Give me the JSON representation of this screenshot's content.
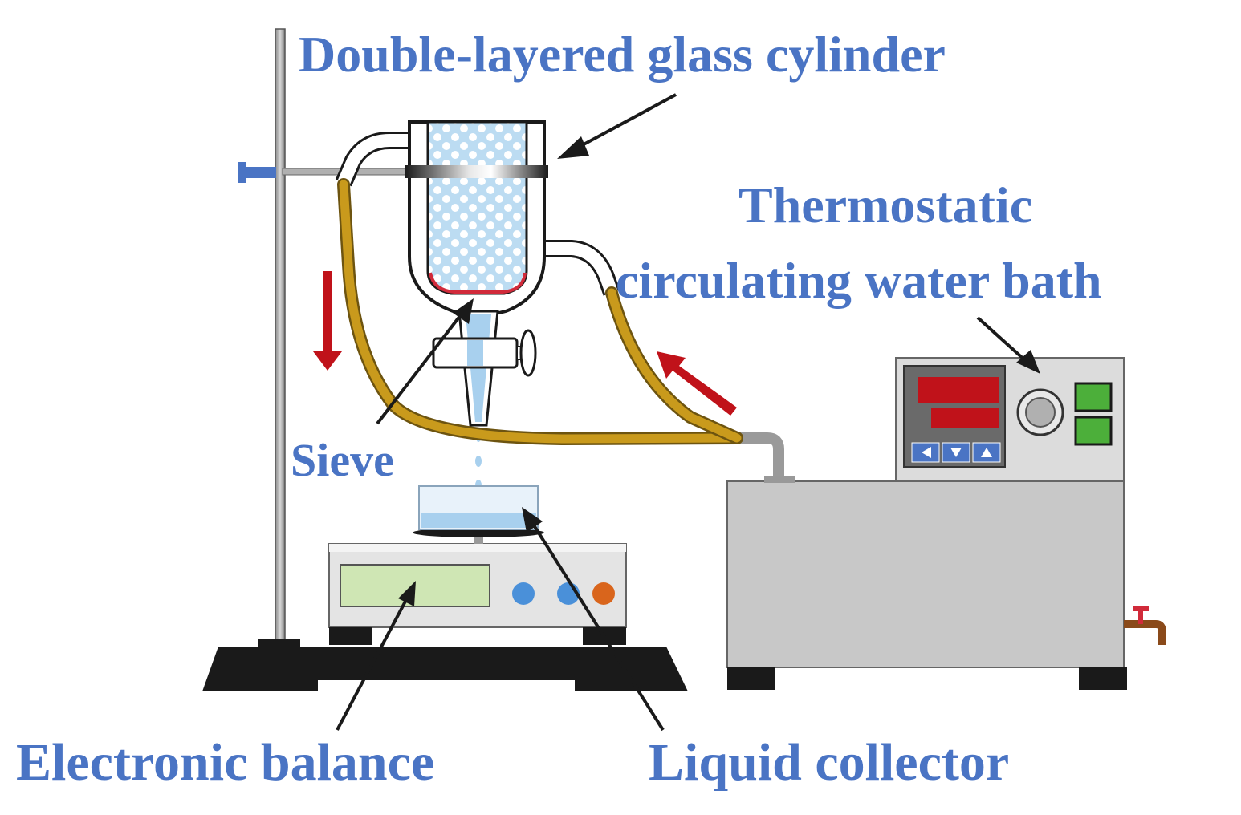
{
  "labels": {
    "cylinder": "Double-layered glass cylinder",
    "thermostatic_line1": "Thermostatic",
    "thermostatic_line2": "circulating water bath",
    "sieve": "Sieve",
    "balance": "Electronic balance",
    "collector": "Liquid collector"
  },
  "colors": {
    "label_text": "#4a74c4",
    "tube": "#c99a1c",
    "flow_arrow": "#c0121a",
    "bath_body": "#c8c8c8",
    "display_red": "#c0121a",
    "button_green": "#4caf3a",
    "balance_screen": "#cfe6b4",
    "liquid": "#a8d0ee",
    "base": "#1a1a1a"
  },
  "icons": {
    "flow_down": "red-down-arrow-icon",
    "flow_up": "red-diagonal-arrow-icon",
    "controller_keys": [
      "left-triangle-icon",
      "down-triangle-icon",
      "up-triangle-icon"
    ]
  }
}
